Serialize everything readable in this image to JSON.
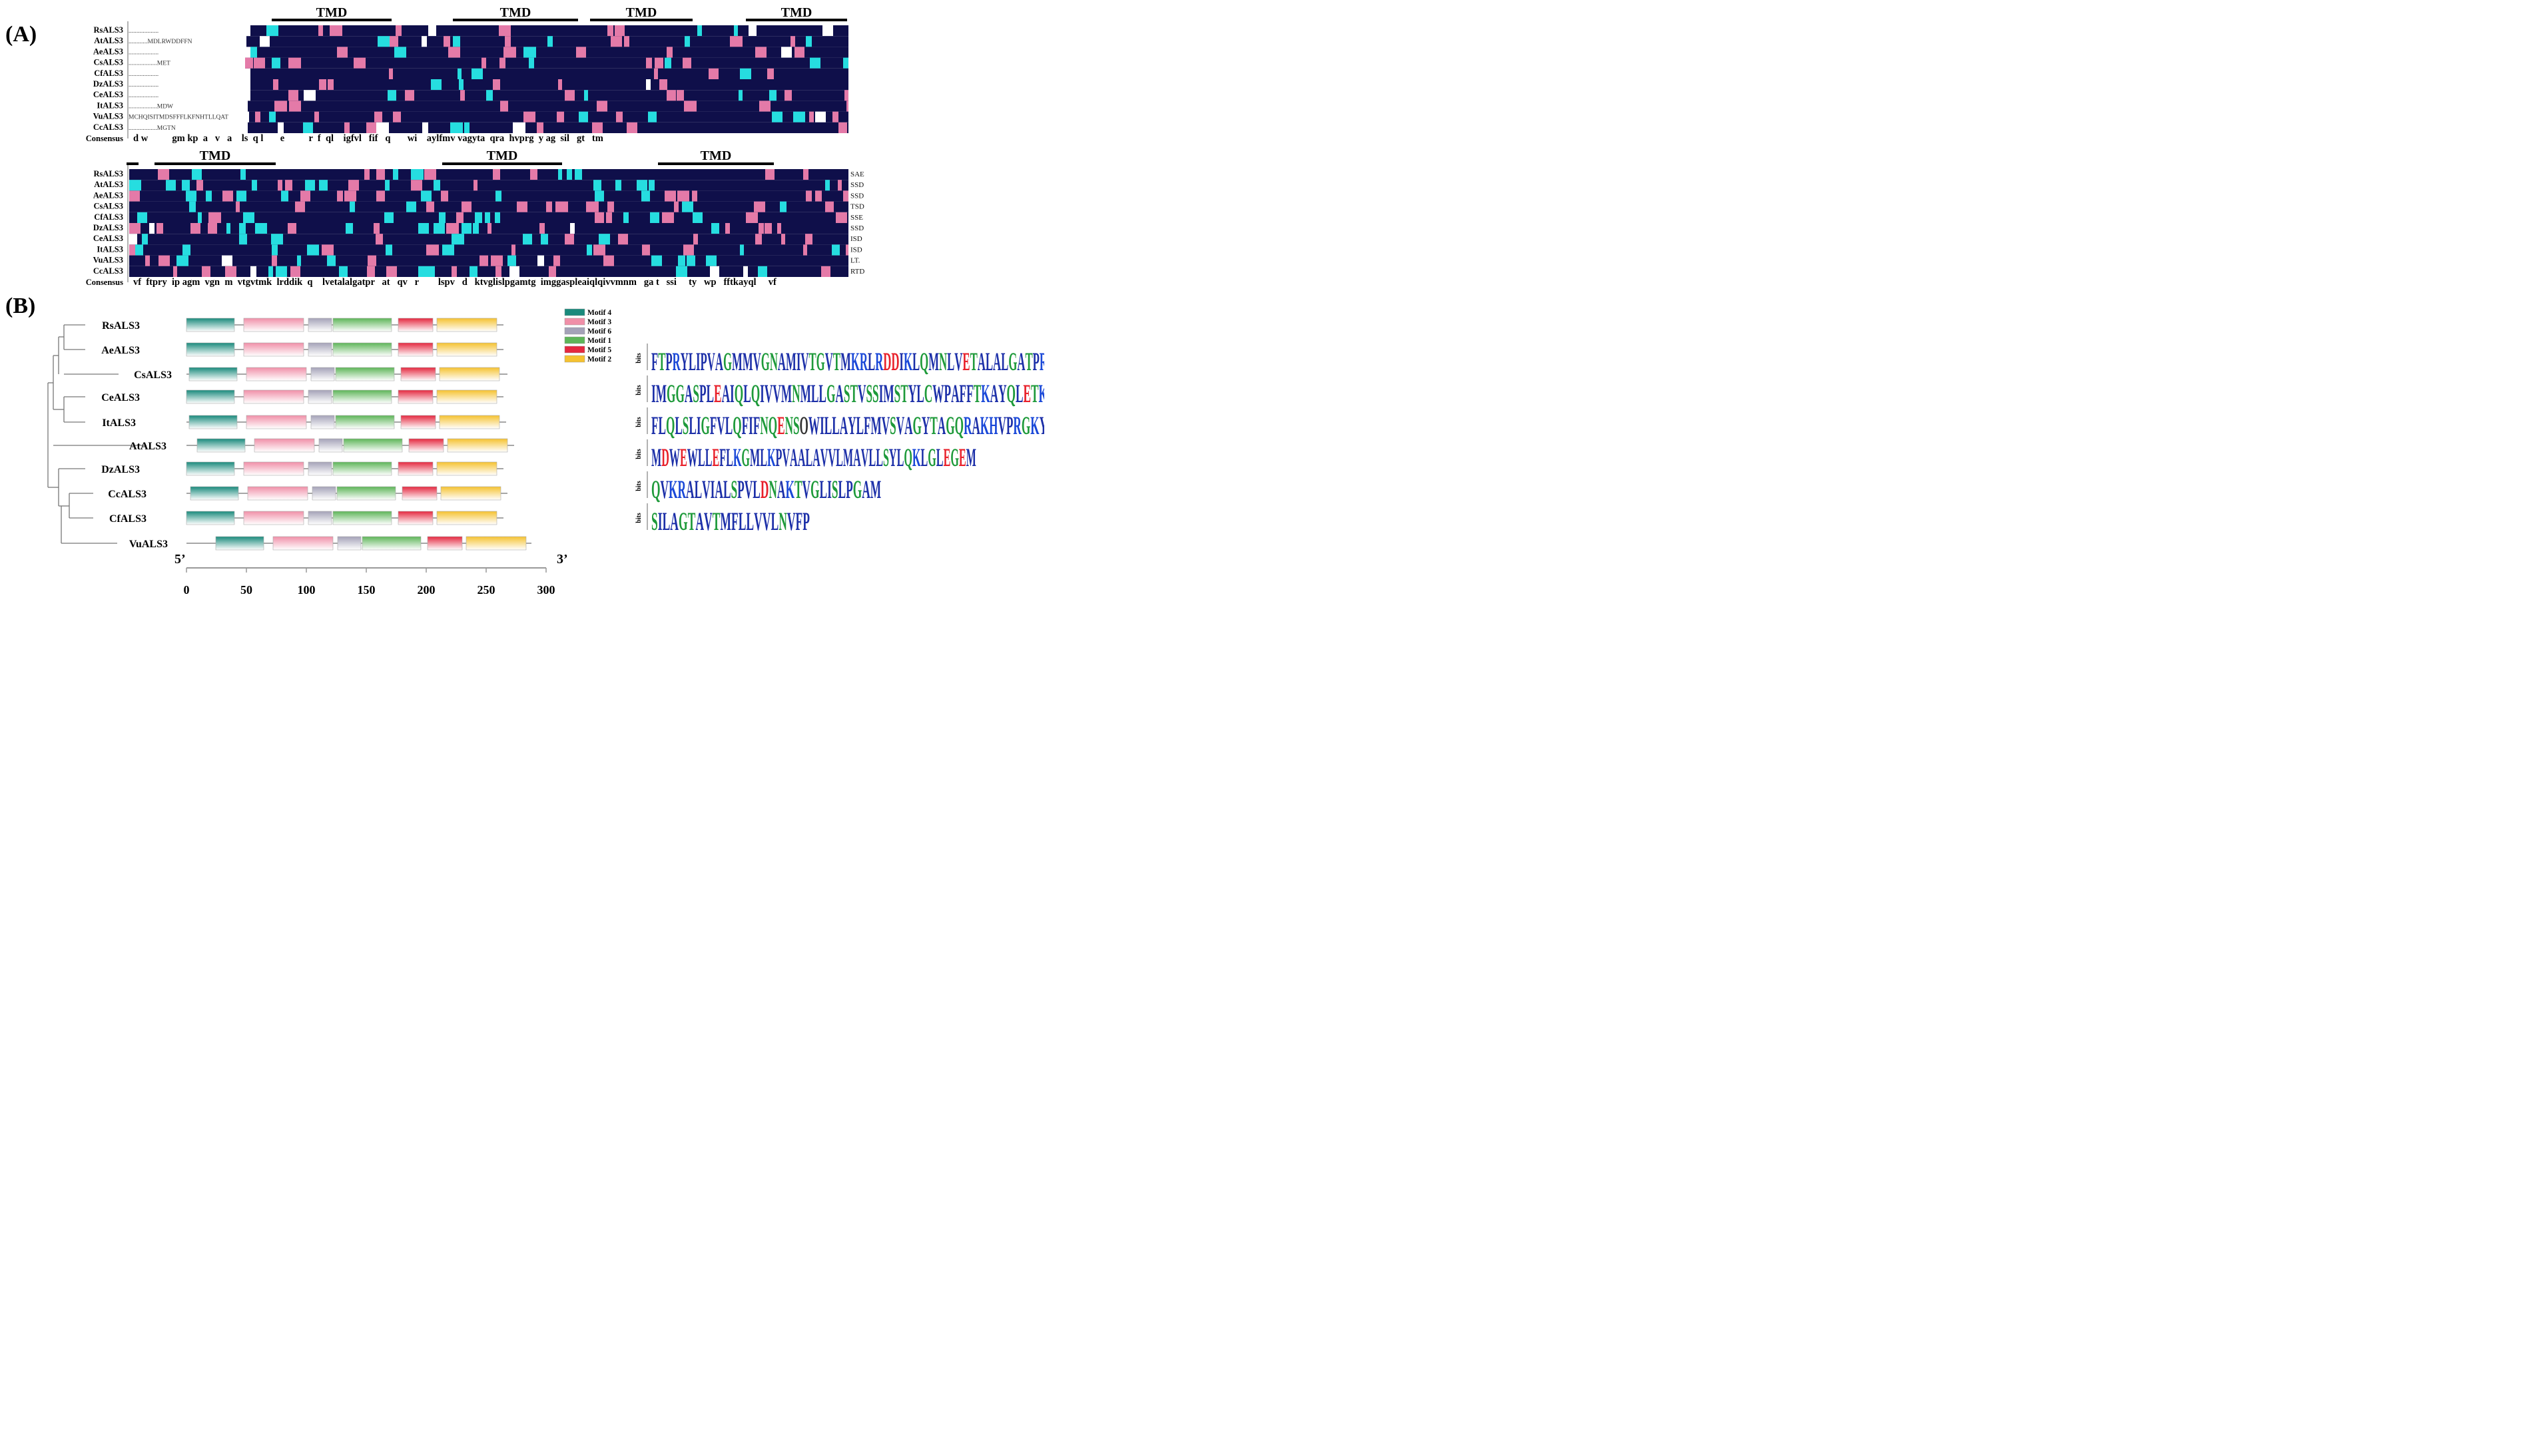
{
  "panel_a": {
    "label": "(A)",
    "tmd_label": "TMD",
    "block1": {
      "seq_names": [
        "RsALS3",
        "AtALS3",
        "AeALS3",
        "CsALS3",
        "CfALS3",
        "DzALS3",
        "CeALS3",
        "ItALS3",
        "VuALS3",
        "CcALS3"
      ],
      "prefixes": [
        "...................",
        "............MDLRWDDFFN",
        "...................",
        "..................MET",
        "...................",
        "...................",
        "...................",
        "..................MDW",
        "MCHQISITMDSFFFLKFNHTLLQAT",
        "..................MGTN"
      ],
      "consensus_label": "Consensus",
      "consensus": "d w          gm kp  a   v   a    ls  q l       e          r  f  ql    igfvl   fif   q       wi    aylfmv vagyta  qra  hvprg  y ag  sil   gt   tm"
    },
    "block2": {
      "seq_names": [
        "RsALS3",
        "AtALS3",
        "AeALS3",
        "CsALS3",
        "CfALS3",
        "DzALS3",
        "CeALS3",
        "ItALS3",
        "VuALS3",
        "CcALS3"
      ],
      "suffixes": [
        "SAE",
        "SSD",
        "SSD",
        "TSD",
        "SSE",
        "SSD",
        "ISD",
        "ISD",
        "LT.",
        "RTD"
      ],
      "consensus_label": "Consensus",
      "consensus": "vf  ftpry  ip agm  vgn  m  vtgvtmk  lrddik  q    lvetalalgatpr   at   qv   r        lspv   d   ktvglislpgamtg  imggaspleaiqlqivvmnm   ga t   ssi     ty   wp   fftkayql     vf"
    }
  },
  "panel_b": {
    "label": "(B)",
    "gene_names": [
      "RsALS3",
      "AeALS3",
      "CsALS3",
      "CeALS3",
      "ItALS3",
      "AtALS3",
      "DzALS3",
      "CcALS3",
      "CfALS3",
      "VuALS3"
    ],
    "legend": [
      {
        "name": "Motif 4",
        "color": "#1a8a7c"
      },
      {
        "name": "Motif 3",
        "color": "#f08fa8"
      },
      {
        "name": "Motif 6",
        "color": "#a4a2b8"
      },
      {
        "name": "Motif 1",
        "color": "#5db558"
      },
      {
        "name": "Motif 5",
        "color": "#e4283f"
      },
      {
        "name": "Motif 2",
        "color": "#f5c230"
      }
    ],
    "five_prime": "5’",
    "three_prime": "3’",
    "axis_ticks": [
      "0",
      "50",
      "100",
      "150",
      "200",
      "250",
      "300"
    ],
    "logo_ylabel": "bits",
    "logos": [
      "FTPRYLIPVAGMMVGNAMIVTGVTMKRLRDDIKLQMNLVETALALGATPR",
      "IMGGASPLEAIQLQIVVMNMLLGASTVSSIMSTYLCWPAFFTKAYQLETK",
      "FLQLSLIGFVLQFIFNQENSOWILLAYLFMVSVAGYTAGQRAKHVPRGKY",
      "MDWEWLLEFLKGMLKPVAALAVVLMAVLLSYLQKLGLEGEM",
      "QVKRALVIALSPVLDNAKTVGLISLPGAM",
      "SILAGTAVTMFLLVVLNVFP"
    ]
  }
}
